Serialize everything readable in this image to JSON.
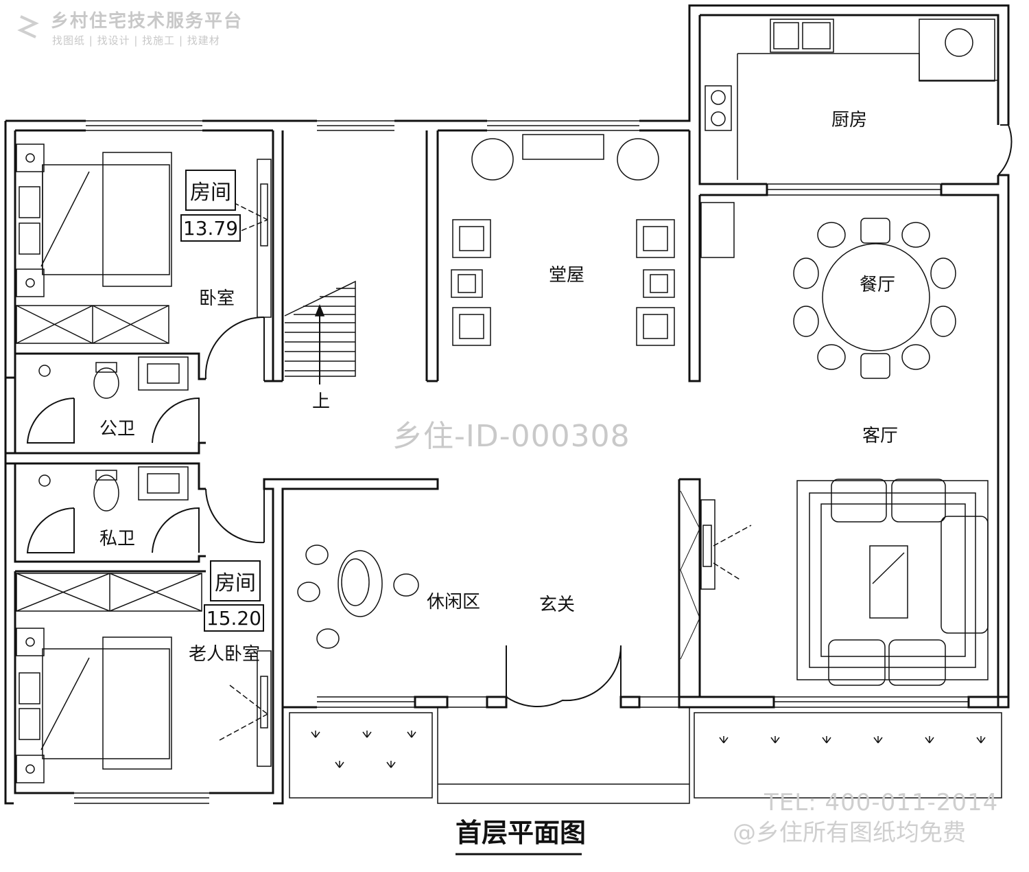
{
  "watermark": {
    "brand": "乡村住宅技术服务平台",
    "tagline": "找图纸 | 找设计 | 找施工 | 找建材",
    "drawing_id": "乡住-ID-000308",
    "phone": "TEL: 400-011-2014",
    "slogan": "@乡住所有图纸均免费"
  },
  "drawing_title": "首层平面图",
  "rooms": {
    "kitchen": "厨房",
    "hall": "堂屋",
    "dining": "餐厅",
    "living": "客厅",
    "bedroom": "卧室",
    "public_bath": "公卫",
    "private_bath": "私卫",
    "leisure": "休闲区",
    "foyer": "玄关",
    "elder_bedroom": "老人卧室"
  },
  "stair_label": "上",
  "area_tags": {
    "room1": {
      "label": "房间",
      "area": "13.79"
    },
    "room2": {
      "label": "房间",
      "area": "15.20"
    }
  },
  "colors": {
    "line": "#111111",
    "watermark": "#c8c8c8",
    "background": "#ffffff"
  }
}
